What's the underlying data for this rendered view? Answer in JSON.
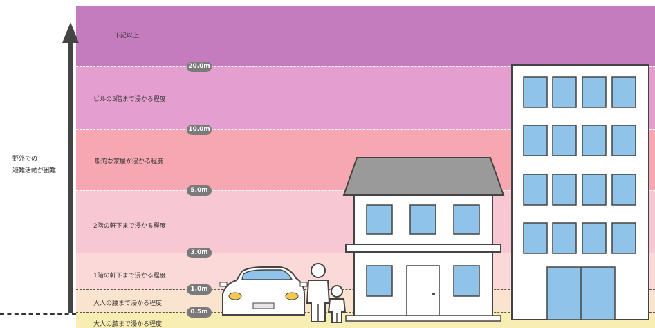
{
  "side_note": [
    "野外での",
    "避難活動が困難"
  ],
  "levels": [
    {
      "mark": "20.0m",
      "label": "下記以上",
      "color": "#c47cbe"
    },
    {
      "mark": "10.0m",
      "label": "ビルの5階まで浸かる程度",
      "color": "#e49ed0"
    },
    {
      "mark": "5.0m",
      "label": "一般的な家屋が浸かる程度",
      "color": "#f7a7b1"
    },
    {
      "mark": "3.0m",
      "label": "2階の軒下まで浸かる程度",
      "color": "#f7c7d3"
    },
    {
      "mark": "1.0m",
      "label": "1階の軒下まで浸かる程度",
      "color": "#fbd9d9"
    },
    {
      "mark": "0.5m",
      "label": "大人の腰まで浸かる程度",
      "color": "#fbe4cf"
    },
    {
      "mark": "",
      "label": "大人の膝まで浸かる程度",
      "color": "#f8edb2"
    }
  ]
}
